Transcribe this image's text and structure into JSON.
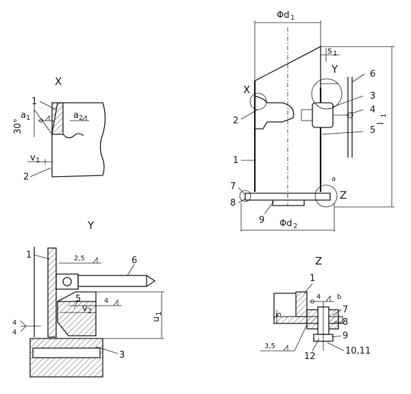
{
  "views": {
    "x": {
      "title": "X",
      "labels": [
        "1",
        "2"
      ],
      "weld": [
        "a",
        "1",
        "a",
        "2"
      ],
      "angle": "30°",
      "dim": [
        "v",
        "1"
      ]
    },
    "main": {
      "dia_top": [
        "Φd",
        "1"
      ],
      "dia_bottom": [
        "Φd",
        "2"
      ],
      "s1": [
        "s",
        "1"
      ],
      "height": [
        "l",
        "1"
      ],
      "X": "X",
      "Y": "Y",
      "Z": "Z",
      "small_a": "a",
      "parts": [
        "6",
        "3",
        "4",
        "5",
        "2",
        "1",
        "7",
        "8",
        "9"
      ]
    },
    "y": {
      "title": "Y",
      "labels": [
        "1",
        "6",
        "5",
        "3"
      ],
      "weld1": "2,5",
      "weld2": "4",
      "weld3": [
        "4",
        "4"
      ],
      "dim_v2": [
        "v",
        "2"
      ],
      "dim_u1": [
        "u",
        "1"
      ]
    },
    "z": {
      "title": "Z",
      "labels": [
        "1",
        "7",
        "8",
        "9",
        "12",
        "10,11"
      ],
      "weld1": "4",
      "small_b": "b",
      "dim5": "5",
      "weld2": "3,5"
    }
  }
}
